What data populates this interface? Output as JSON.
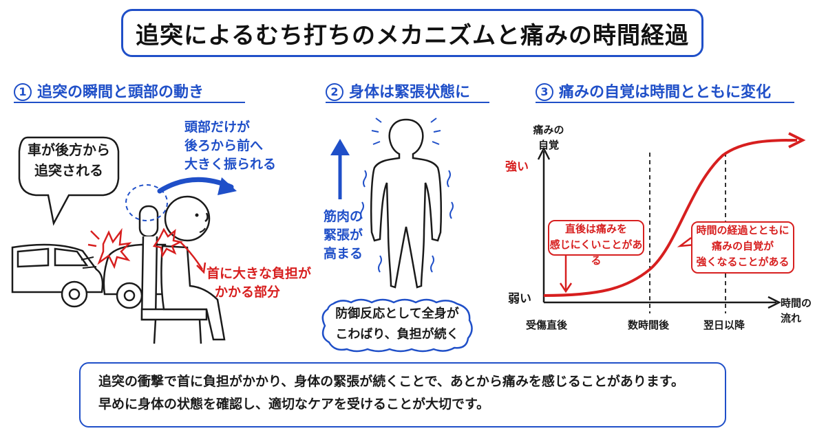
{
  "title": "追突によるむち打ちのメカニズムと痛みの時間経過",
  "sections": [
    {
      "num": "1",
      "title": "追突の瞬間と頭部の動き"
    },
    {
      "num": "2",
      "title": "身体は緊張状態に"
    },
    {
      "num": "3",
      "title": "痛みの自覚は時間とともに変化"
    }
  ],
  "panel1": {
    "speech_lines": [
      "車が後方から",
      "追突される"
    ],
    "head_note_lines": [
      "頭部だけが",
      "後ろから前へ",
      "大きく振られる"
    ],
    "neck_note_lines": [
      "首に大きな負担が",
      "かかる部分"
    ]
  },
  "panel2": {
    "muscle_note_lines": [
      "筋肉の",
      "緊張が",
      "高まる"
    ],
    "cloud_lines": [
      "防御反応として全身が",
      "こわばり、負担が続く"
    ]
  },
  "panel3": {
    "y_axis_title_lines": [
      "痛みの",
      "自覚"
    ],
    "y_high": "強い",
    "y_low": "弱い",
    "x_axis_title_lines": [
      "時間の",
      "流れ"
    ],
    "x_ticks": [
      "受傷直後",
      "数時間後",
      "翌日以降"
    ],
    "note_early_lines": [
      "直後は痛みを",
      "感じにくいことがある"
    ],
    "note_late_lines": [
      "時間の経過とともに",
      "痛みの自覚が",
      "強くなることがある"
    ]
  },
  "summary_lines": [
    "追突の衝撃で首に負担がかかり、身体の緊張が続くことで、あとから痛みを感じることがあります。",
    "早めに身体の状態を確認し、適切なケアを受けることが大切です。"
  ],
  "colors": {
    "blue": "#1f4fc8",
    "red": "#d71f1f",
    "ink": "#1a1a1a"
  }
}
